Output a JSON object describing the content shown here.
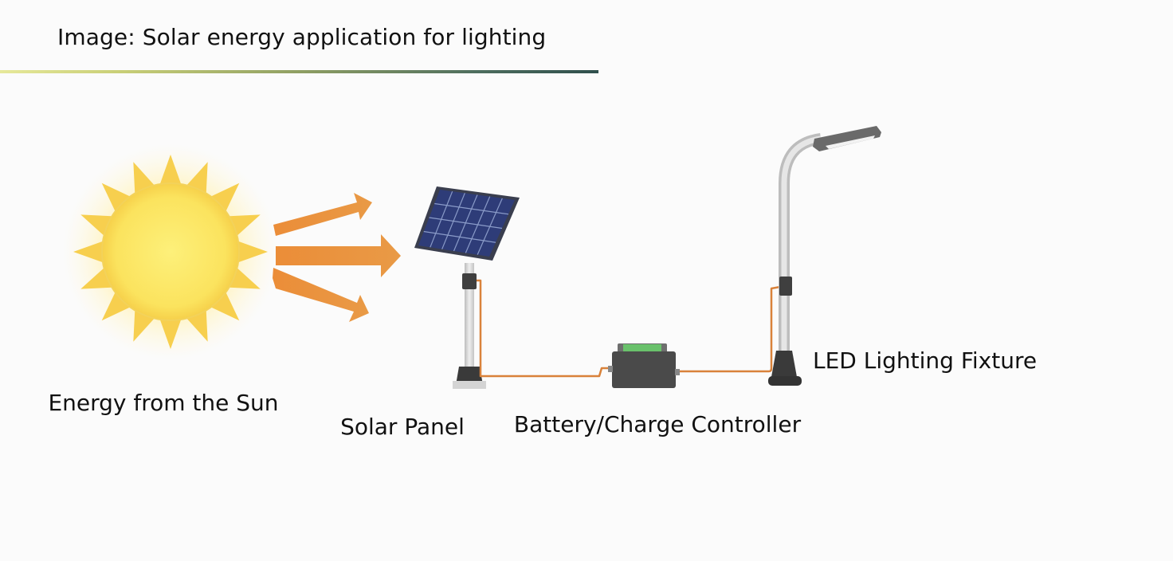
{
  "header": {
    "title": "Image: Solar energy application for lighting"
  },
  "diagram": {
    "components": [
      {
        "id": "sun",
        "label": "Energy from the Sun",
        "icon": "sun-icon"
      },
      {
        "id": "solar-panel",
        "label": "Solar Panel",
        "icon": "solar-panel-icon"
      },
      {
        "id": "battery",
        "label": "Battery/Charge Controller",
        "icon": "battery-icon"
      },
      {
        "id": "led",
        "label": "LED Lighting Fixture",
        "icon": "street-lamp-icon"
      }
    ],
    "colors": {
      "sun_core": "#fbe66a",
      "sun_rays": "#f6cc4a",
      "arrows": "#e9913a",
      "panel_cells": "#2f3f7a",
      "wire": "#d9823a",
      "pole": "#dcdcdc",
      "dark_parts": "#454545",
      "battery_top": "#6cc56c"
    }
  }
}
